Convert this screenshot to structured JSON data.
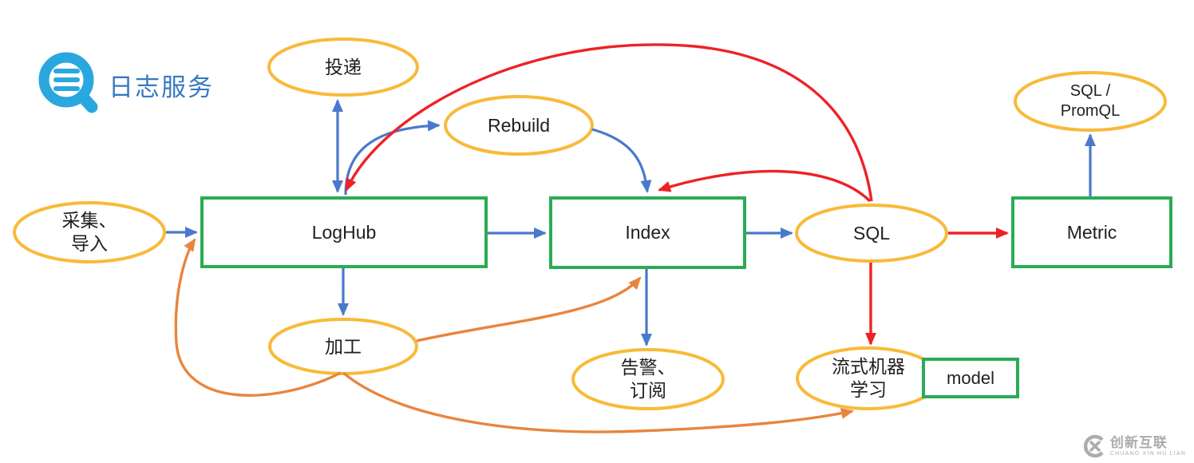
{
  "header": {
    "title": "日志服务"
  },
  "colors": {
    "ellipse_border": "#f8ba39",
    "box_border": "#2bab55",
    "arrow_blue": "#4a79cb",
    "arrow_red": "#ee2226",
    "arrow_orange": "#e8853d",
    "logo_blue": "#2ba7df",
    "title_blue": "#3779c1",
    "watermark_gray": "#acacae",
    "text": "#1f1f1f"
  },
  "nodes": {
    "collect": {
      "line1": "采集、",
      "line2": "导入"
    },
    "delivery": {
      "label": "投递"
    },
    "rebuild": {
      "label": "Rebuild"
    },
    "loghub": {
      "label": "LogHub"
    },
    "index": {
      "label": "Index"
    },
    "sql": {
      "label": "SQL"
    },
    "metric": {
      "label": "Metric"
    },
    "sql_promql": {
      "line1": "SQL /",
      "line2": "PromQL"
    },
    "process": {
      "label": "加工"
    },
    "alert": {
      "line1": "告警、",
      "line2": "订阅"
    },
    "stream_ml": {
      "line1": "流式机器",
      "line2": "学习"
    },
    "model": {
      "label": "model"
    }
  },
  "edges": [
    {
      "from": "采集、导入",
      "to": "LogHub",
      "color": "blue",
      "style": "arrow"
    },
    {
      "from": "LogHub",
      "to": "投递",
      "color": "blue",
      "style": "double-arrow"
    },
    {
      "from": "LogHub",
      "to": "Rebuild",
      "color": "blue",
      "style": "arrow"
    },
    {
      "from": "Rebuild",
      "to": "Index",
      "color": "blue",
      "style": "arrow"
    },
    {
      "from": "LogHub",
      "to": "Index",
      "color": "blue",
      "style": "arrow"
    },
    {
      "from": "LogHub",
      "to": "加工",
      "color": "blue",
      "style": "arrow"
    },
    {
      "from": "Index",
      "to": "SQL",
      "color": "blue",
      "style": "arrow"
    },
    {
      "from": "Index",
      "to": "告警、订阅",
      "color": "blue",
      "style": "arrow"
    },
    {
      "from": "Metric",
      "to": "SQL / PromQL",
      "color": "blue",
      "style": "arrow"
    },
    {
      "from": "SQL",
      "to": "LogHub",
      "color": "red",
      "style": "arrow"
    },
    {
      "from": "SQL",
      "to": "Index",
      "color": "red",
      "style": "arrow"
    },
    {
      "from": "SQL",
      "to": "Metric",
      "color": "red",
      "style": "arrow"
    },
    {
      "from": "SQL",
      "to": "流式机器学习",
      "color": "red",
      "style": "arrow"
    },
    {
      "from": "加工",
      "to": "LogHub",
      "color": "orange",
      "style": "arrow"
    },
    {
      "from": "加工",
      "to": "Index",
      "color": "orange",
      "style": "arrow"
    },
    {
      "from": "加工",
      "to": "流式机器学习",
      "color": "orange",
      "style": "arrow"
    }
  ],
  "watermark": {
    "brand": "创新互联",
    "sub": "CHUANG XIN HU LIAN"
  }
}
